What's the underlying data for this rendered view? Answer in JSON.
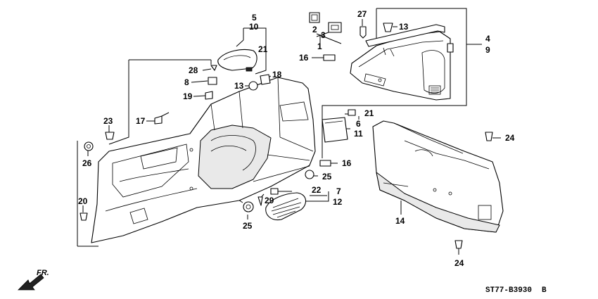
{
  "diagram": {
    "callouts": {
      "c1": "1",
      "c2": "2",
      "c3": "3",
      "c4": "4",
      "c5": "5",
      "c6": "6",
      "c7": "7",
      "c8": "8",
      "c9": "9",
      "c10": "10",
      "c11": "11",
      "c12": "12",
      "c13a": "13",
      "c13b": "13",
      "c14": "14",
      "c16a": "16",
      "c16b": "16",
      "c17": "17",
      "c18": "18",
      "c19": "19",
      "c20": "20",
      "c21a": "21",
      "c21b": "21",
      "c22": "22",
      "c23": "23",
      "c24a": "24",
      "c24b": "24",
      "c25a": "25",
      "c25b": "25",
      "c26": "26",
      "c27": "27",
      "c28": "28",
      "c29": "29"
    },
    "direction_label": "FR.",
    "diagram_code": "ST77-B3930",
    "diagram_code_suffix": "B"
  }
}
